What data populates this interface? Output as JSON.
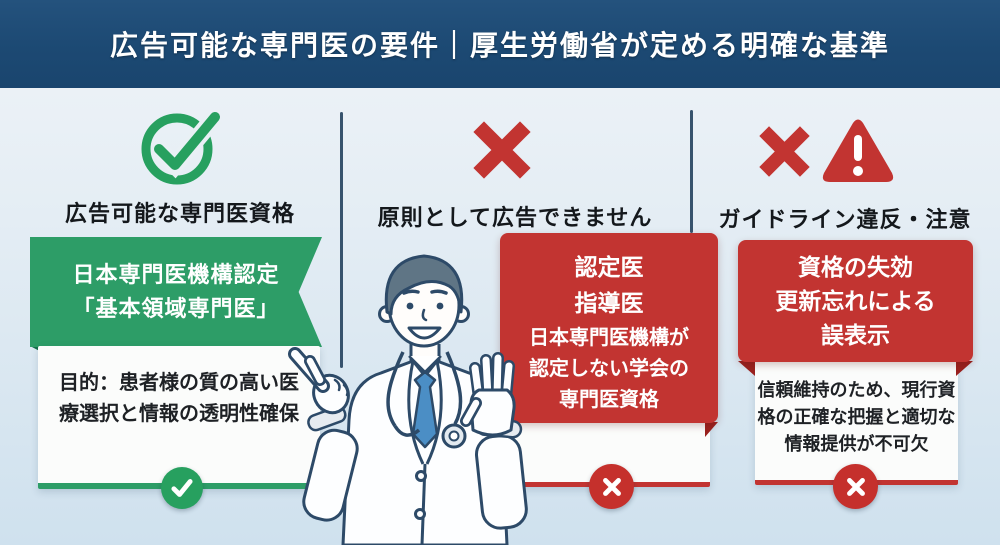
{
  "header": {
    "title": "広告可能な専門医の要件｜厚生労働省が定める明確な基準"
  },
  "columns": {
    "allowed": {
      "icon": "check-circle",
      "heading": "広告可能な専門医資格",
      "banner_lines": [
        "日本専門医機構認定",
        "「基本領域専門医」"
      ],
      "card_lines": [
        "目的：患者様の質の高い医",
        "療選択と情報の透明性確保"
      ],
      "badge": "check"
    },
    "prohibited": {
      "icon": "x-mark",
      "heading": "原則として広告できません",
      "box_items": [
        "認定医",
        "指導医"
      ],
      "box_note_lines": [
        "日本専門医機構が",
        "認定しない学会の",
        "専門医資格"
      ],
      "badge": "x-mark"
    },
    "violation": {
      "icons": [
        "x-mark",
        "warning-triangle"
      ],
      "heading": "ガイドライン違反・注意",
      "box_lines": [
        "資格の失効",
        "更新忘れによる",
        "誤表示"
      ],
      "card_lines": [
        "信頼維持のため、現行資",
        "格の正確な把握と適切な",
        "情報提供が不可欠"
      ],
      "badge": "x-mark"
    }
  },
  "illustration": {
    "name": "doctor-pointing-and-stop-gesture"
  },
  "colors": {
    "header_bg": "#1c4973",
    "green": "#2d9d67",
    "green_dark": "#14714a",
    "red": "#c23431",
    "red_dark": "#9a211e",
    "navy_line": "#37536d",
    "background_top": "#f0f4f8",
    "background_bottom": "#cfe1ee"
  }
}
